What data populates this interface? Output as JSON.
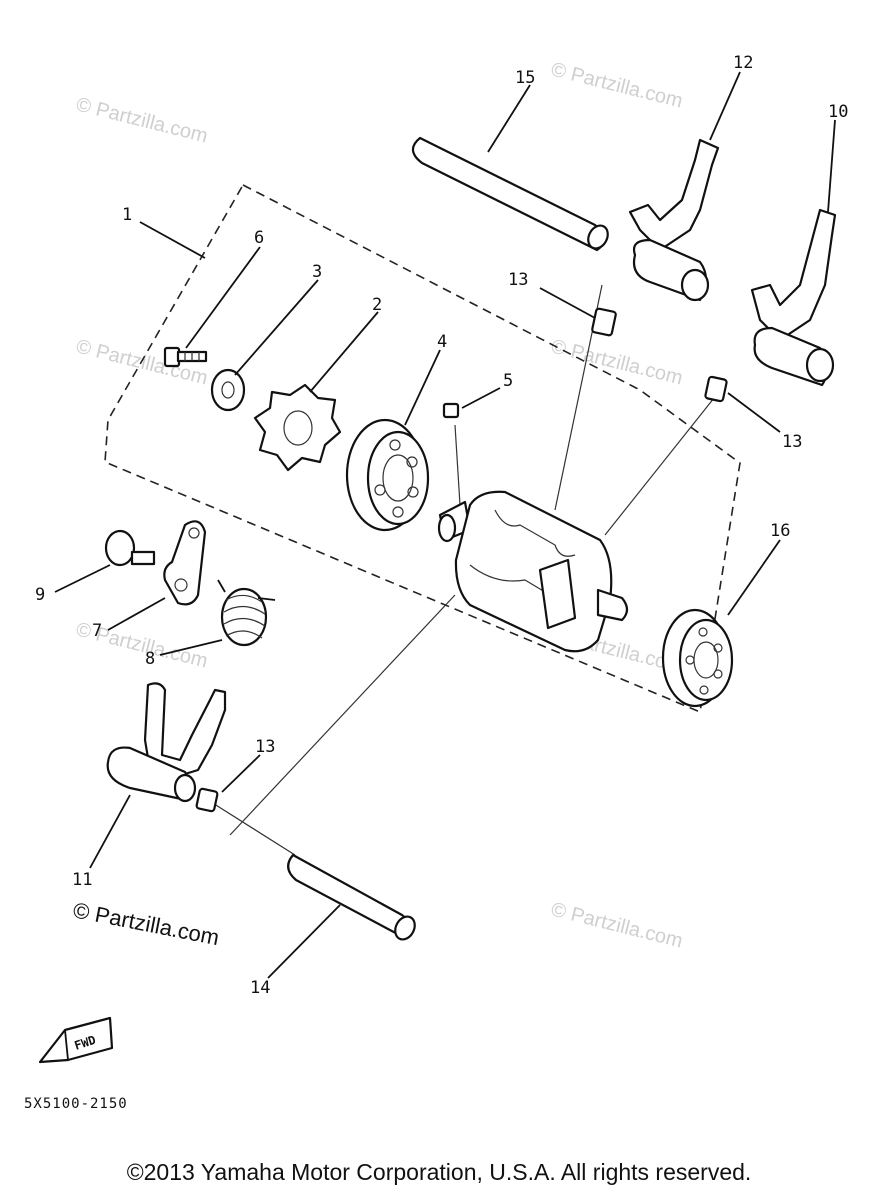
{
  "diagram": {
    "callouts": [
      "1",
      "2",
      "3",
      "4",
      "5",
      "6",
      "7",
      "8",
      "9",
      "10",
      "11",
      "12",
      "13",
      "13",
      "13",
      "14",
      "15",
      "16"
    ],
    "watermark_text": "© Partzilla.com",
    "fwd_label": "FWD",
    "diagram_code": "5X5100-2150",
    "copyright": "©2013 Yamaha Motor Corporation, U.S.A. All rights reserved."
  }
}
